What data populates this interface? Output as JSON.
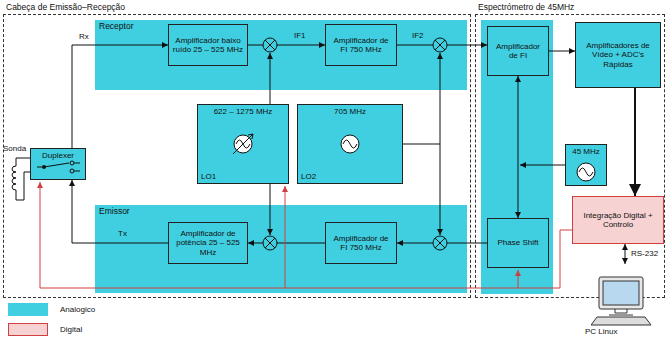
{
  "diagram": {
    "nodes": [
      {
        "text": [
          "Cabeça de Emissão–Recepção"
        ]
      },
      {
        "text": [
          "Receptor"
        ],
        "in": 0
      },
      {
        "text": [
          "Amplificador baixo ruído 25 – 525 MHz"
        ],
        "in": 1
      },
      {
        "text": [
          "Amplificador de FI 750 MHz"
        ],
        "in": 1
      },
      {
        "text": [
          "Duplexer"
        ],
        "in": 0
      },
      {
        "text": [
          "622 – 1275 MHz",
          "LO1"
        ],
        "in": 0
      },
      {
        "text": [
          "705 MHz",
          "LO2"
        ],
        "in": 0
      },
      {
        "text": [
          "Emissor"
        ],
        "in": 0
      },
      {
        "text": [
          "Amplificador de potência 25 – 525 MHz"
        ],
        "in": 7
      },
      {
        "text": [
          "Amplificador de FI 750 MHz"
        ],
        "in": 7
      },
      {
        "text": [
          "Espectrómetro de 45MHz"
        ]
      },
      {
        "text": [
          "Amplificador de FI"
        ],
        "in": 10
      },
      {
        "text": [
          "Phase Shift"
        ],
        "in": 10
      },
      {
        "text": [
          "Amplificadores de Vídeo + ADC's Rápidas"
        ],
        "in": 10
      },
      {
        "text": [
          "45 MHz"
        ],
        "in": 10
      },
      {
        "text": [
          "Integração Digital + Controlo"
        ]
      },
      {
        "text": [
          "PC Linux"
        ]
      }
    ],
    "edges": [
      {
        "from": 4,
        "to": 2,
        "arrow": "to",
        "label": "Rx"
      },
      {
        "from": 2,
        "to": 3,
        "arrow": "to",
        "label": "IF1"
      },
      {
        "from": 3,
        "to": 11,
        "arrow": "to",
        "label": "IF2"
      },
      {
        "from": 11,
        "to": 13,
        "arrow": "to"
      },
      {
        "from": 11,
        "to": 12,
        "arrow": "both"
      },
      {
        "from": 12,
        "to": 9,
        "arrow": "to"
      },
      {
        "from": 9,
        "to": 8,
        "arrow": "to"
      },
      {
        "from": 8,
        "to": 4,
        "arrow": "to",
        "label": "Tx"
      },
      {
        "from": 13,
        "to": 15,
        "arrow": "to"
      },
      {
        "from": 15,
        "to": 16,
        "arrow": "both",
        "label": "RS-232"
      }
    ],
    "labels": [
      "Sonda"
    ],
    "legend": [
      {
        "text": "Analogico",
        "color": "#40cfe0"
      },
      {
        "text": "Digital",
        "color": "#f6d2d2"
      }
    ]
  }
}
